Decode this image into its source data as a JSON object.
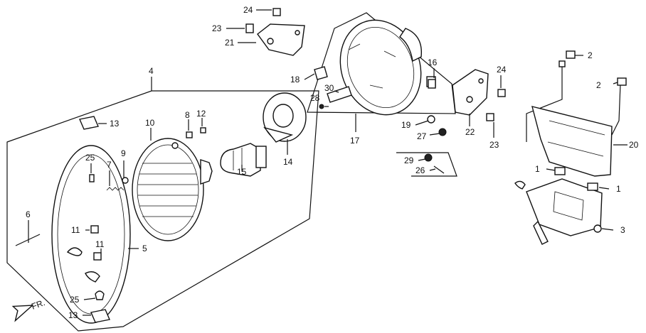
{
  "callouts": {
    "c1a": "1",
    "c1b": "1",
    "c2a": "2",
    "c2b": "2",
    "c3": "3",
    "c4": "4",
    "c5": "5",
    "c6": "6",
    "c7": "7",
    "c8": "8",
    "c9": "9",
    "c10": "10",
    "c11a": "11",
    "c11b": "11",
    "c12": "12",
    "c13a": "13",
    "c13b": "13",
    "c14": "14",
    "c15": "15",
    "c16": "16",
    "c17": "17",
    "c18": "18",
    "c19": "19",
    "c20": "20",
    "c21": "21",
    "c22": "22",
    "c23a": "23",
    "c23b": "23",
    "c24a": "24",
    "c24b": "24",
    "c25a": "25",
    "c25b": "25",
    "c26": "26",
    "c27": "27",
    "c28": "28",
    "c29": "29",
    "c30": "30"
  },
  "front_arrow_text": "FR."
}
